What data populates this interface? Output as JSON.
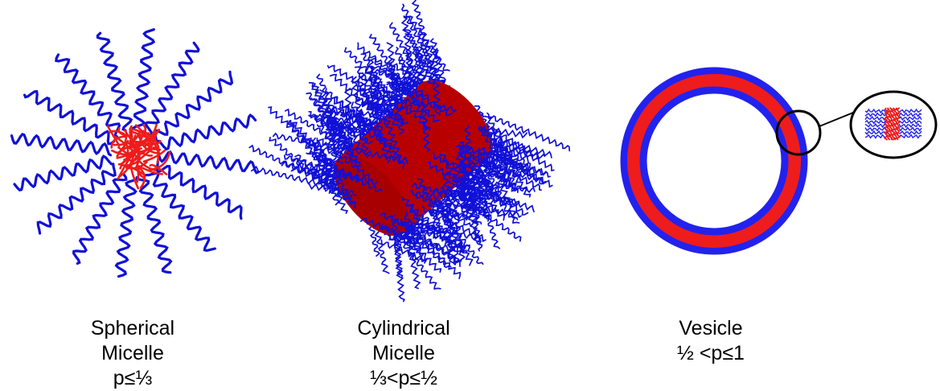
{
  "colors": {
    "tail_blue": "#1010d8",
    "core_red": "#ee1c1c",
    "cylinder_red": "#b80000",
    "bilayer_blue": "#2222ee",
    "outline": "#000000"
  },
  "panels": [
    {
      "id": "spherical",
      "structure": "spherical-micelle",
      "label_lines": [
        "Spherical",
        "Micelle",
        "p≤⅓"
      ]
    },
    {
      "id": "cylindrical",
      "structure": "cylindrical-micelle",
      "label_lines": [
        "Cylindrical",
        "Micelle",
        "⅓<p≤½"
      ]
    },
    {
      "id": "vesicle",
      "structure": "vesicle",
      "label_lines": [
        "Vesicle",
        "½ <p≤1"
      ]
    }
  ]
}
